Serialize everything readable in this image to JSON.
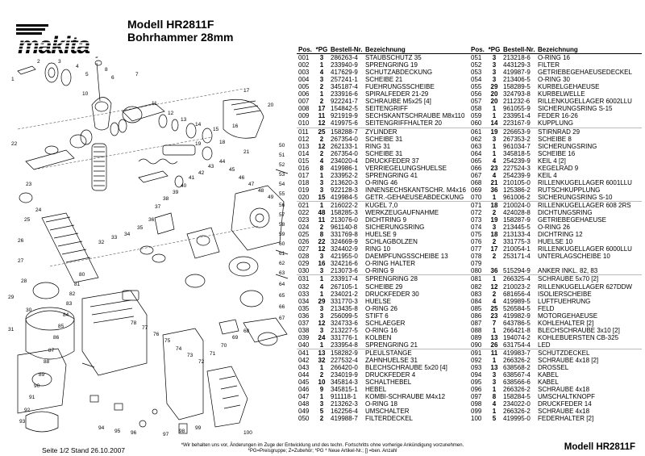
{
  "header": {
    "brand": "makita",
    "model_line": "Modell HR2811F",
    "subtitle": "Bohrhammer 28mm"
  },
  "table": {
    "headers": [
      "Pos.",
      "*PG",
      "Bestell-Nr.",
      "Bezeichnung"
    ],
    "rows": [
      [
        [
          "001",
          "3",
          "286263-4",
          "STAUBSCHUTZ 35"
        ],
        [
          "051",
          "3",
          "213218-6",
          "O-RING 16"
        ]
      ],
      [
        [
          "002",
          "1",
          "233940-9",
          "SPRENGRING 19"
        ],
        [
          "052",
          "3",
          "443129-3",
          "FILTER"
        ]
      ],
      [
        [
          "003",
          "4",
          "417629-9",
          "SCHUTZABDECKUNG"
        ],
        [
          "053",
          "3",
          "419987-9",
          "GETRIEBEGEHAEUSEDECKEL"
        ]
      ],
      [
        [
          "004",
          "3",
          "257241-1",
          "SCHEIBE 21"
        ],
        [
          "054",
          "3",
          "213406-5",
          "O-RING 30"
        ]
      ],
      [
        [
          "005",
          "2",
          "345187-4",
          "FUEHRUNGSSCHEIBE"
        ],
        [
          "055",
          "29",
          "158289-5",
          "KURBELGEHAEUSE"
        ]
      ],
      [
        [
          "006",
          "1",
          "233916-6",
          "SPIRALFEDER 21-29"
        ],
        [
          "056",
          "20",
          "324793-8",
          "KURBELWELLE"
        ]
      ],
      [
        [
          "007",
          "2",
          "922241-7",
          "SCHRAUBE M5x25 [4]"
        ],
        [
          "057",
          "20",
          "211232-6",
          "RILLENKUGELLAGER 6002LLU"
        ]
      ],
      [
        [
          "008",
          "17",
          "154842-5",
          "SEITENGRIFF"
        ],
        [
          "058",
          "1",
          "961055-9",
          "SICHERUNGSRING S-15"
        ]
      ],
      [
        [
          "009",
          "11",
          "921919-9",
          "SECHSKANTSCHRAUBE M8x110"
        ],
        [
          "059",
          "1",
          "233951-4",
          "FEDER 16-26"
        ]
      ],
      [
        [
          "010",
          "12",
          "419975-6",
          "SEITENGRIFFHALTER 20"
        ],
        [
          "060",
          "14",
          "223167-9",
          "KUPPLUNG"
        ]
      ],
      [
        [
          "011",
          "25",
          "158288-7",
          "ZYLINDER"
        ],
        [
          "061",
          "19",
          "226653-9",
          "STIRNRAD 29"
        ]
      ],
      [
        [
          "012",
          "2",
          "267354-0",
          "SCHEIBE 31"
        ],
        [
          "062",
          "3",
          "267353-2",
          "SCHEIBE 8"
        ]
      ],
      [
        [
          "013",
          "12",
          "262133-1",
          "RING 31"
        ],
        [
          "063",
          "1",
          "961034-7",
          "SICHERUNGSRING"
        ]
      ],
      [
        [
          "014",
          "2",
          "267354-0",
          "SCHEIBE 31"
        ],
        [
          "064",
          "1",
          "345818-5",
          "SCHEIBE 16"
        ]
      ],
      [
        [
          "015",
          "4",
          "234020-4",
          "DRUCKFEDER 37"
        ],
        [
          "065",
          "4",
          "254239-9",
          "KEIL 4  [2]"
        ]
      ],
      [
        [
          "016",
          "8",
          "419986-1",
          "VERRIEGELUNGSHUELSE"
        ],
        [
          "066",
          "23",
          "227524-3",
          "KEGELRAD 9"
        ]
      ],
      [
        [
          "017",
          "1",
          "233952-2",
          "SPRENGRING 41"
        ],
        [
          "067",
          "4",
          "254239-9",
          "KEIL 4"
        ]
      ],
      [
        [
          "018",
          "3",
          "213620-3",
          "O-RING 46"
        ],
        [
          "068",
          "21",
          "210105-0",
          "RILLENKUGELLAGER 6001LLU"
        ]
      ],
      [
        [
          "019",
          "3",
          "922128-3",
          "INNENSECHSKANTSCHR. M4x16"
        ],
        [
          "069",
          "36",
          "125386-2",
          "RUTSCHKUPPLUNG"
        ]
      ],
      [
        [
          "020",
          "15",
          "419984-5",
          "GETR.-GEHAEUSEABDECKUNG"
        ],
        [
          "070",
          "1",
          "961006-2",
          "SICHERUNGSRING S-10"
        ]
      ],
      [
        [
          "021",
          "1",
          "216022-2",
          "KUGEL 7,0"
        ],
        [
          "071",
          "18",
          "210024-0",
          "RILLENKUGELLAGER 608 2RS"
        ]
      ],
      [
        [
          "022",
          "48",
          "158285-3",
          "WERKZEUGAUFNAHME"
        ],
        [
          "072",
          "2",
          "424028-8",
          "DICHTUNGSRING"
        ]
      ],
      [
        [
          "023",
          "11",
          "213076-0",
          "DICHTRING 9"
        ],
        [
          "073",
          "19",
          "158287-9",
          "GETRIEBEGEHAEUSE"
        ]
      ],
      [
        [
          "024",
          "2",
          "961140-8",
          "SICHERUNGSRING"
        ],
        [
          "074",
          "3",
          "213445-5",
          "O-RING 26"
        ]
      ],
      [
        [
          "025",
          "8",
          "331769-8",
          "HUELSE 9"
        ],
        [
          "075",
          "18",
          "213133-4",
          "DICHTRING 12"
        ]
      ],
      [
        [
          "026",
          "22",
          "324669-9",
          "SCHLAGBOLZEN"
        ],
        [
          "076",
          "2",
          "331775-3",
          "HUELSE 10"
        ]
      ],
      [
        [
          "027",
          "12",
          "324402-9",
          "RING 10"
        ],
        [
          "077",
          "17",
          "210054-1",
          "RILLENKUGELLAGER 6000LLU"
        ]
      ],
      [
        [
          "028",
          "3",
          "421955-0",
          "DAEMPFUNGSSCHEIBE 13"
        ],
        [
          "078",
          "2",
          "253171-4",
          "UNTERLAGSCHEIBE 10"
        ]
      ],
      [
        [
          "029",
          "16",
          "324216-6",
          "O-RING HALTER"
        ],
        [
          "079",
          "",
          "",
          " "
        ]
      ],
      [
        [
          "030",
          "3",
          "213073-6",
          "O-RING 9"
        ],
        [
          "080",
          "36",
          "515294-9",
          "ANKER INKL. 82, 83"
        ]
      ],
      [
        [
          "031",
          "1",
          "233917-4",
          "SPRENGRING 28"
        ],
        [
          "081",
          "1",
          "266325-4",
          "SCHRAUBE 5x70  [2]"
        ]
      ],
      [
        [
          "032",
          "4",
          "267105-1",
          "SCHEIBE 29"
        ],
        [
          "082",
          "12",
          "210023-2",
          "RILLENKUGELLAGER 627DDW"
        ]
      ],
      [
        [
          "033",
          "1",
          "234021-2",
          "DRUCKFEDER 30"
        ],
        [
          "083",
          "2",
          "681656-4",
          "ISOLIERSCHEIBE"
        ]
      ],
      [
        [
          "034",
          "29",
          "331770-3",
          "HUELSE"
        ],
        [
          "084",
          "4",
          "419989-5",
          "LUFTFUEHRUNG"
        ]
      ],
      [
        [
          "035",
          "3",
          "213435-8",
          "O-RING 26"
        ],
        [
          "085",
          "25",
          "526584-5",
          "FELD"
        ]
      ],
      [
        [
          "036",
          "3",
          "256099-5",
          "STIFT 6"
        ],
        [
          "086",
          "23",
          "419982-9",
          "MOTORGEHAEUSE"
        ]
      ],
      [
        [
          "037",
          "12",
          "324733-6",
          "SCHLAEGER"
        ],
        [
          "087",
          "7",
          "643786-5",
          "KOHLEHALTER  [2]"
        ]
      ],
      [
        [
          "038",
          "3",
          "213227-5",
          "O-RING 16"
        ],
        [
          "088",
          "1",
          "266421-8",
          "BLECHSCHRAUBE 3x10  [2]"
        ]
      ],
      [
        [
          "039",
          "24",
          "331776-1",
          "KOLBEN"
        ],
        [
          "089",
          "13",
          "194074-2",
          "KOHLEBUERSTEN CB-325"
        ]
      ],
      [
        [
          "040",
          "1",
          "233954-8",
          "SPRENGRING 21"
        ],
        [
          "090",
          "26",
          "631754-4",
          "LED"
        ]
      ],
      [
        [
          "041",
          "13",
          "158282-9",
          "PLEULSTANGE"
        ],
        [
          "091",
          "11",
          "419983-7",
          "SCHUTZDECKEL"
        ]
      ],
      [
        [
          "042",
          "32",
          "227532-4",
          "ZAHNHUELSE 31"
        ],
        [
          "092",
          "1",
          "266326-2",
          "SCHRAUBE 4x18  [2]"
        ]
      ],
      [
        [
          "043",
          "1",
          "266420-0",
          "BLECHSCHRAUBE 5x20  [4]"
        ],
        [
          "093",
          "13",
          "638568-2",
          "DROSSEL"
        ]
      ],
      [
        [
          "044",
          "2",
          "234019-9",
          "DRUCKFEDER 4"
        ],
        [
          "094",
          "3",
          "638567-4",
          "KABEL"
        ]
      ],
      [
        [
          "045",
          "10",
          "345814-3",
          "SCHALTHEBEL"
        ],
        [
          "095",
          "3",
          "638566-6",
          "KABEL"
        ]
      ],
      [
        [
          "046",
          "9",
          "345815-1",
          "HEBEL"
        ],
        [
          "096",
          "1",
          "266326-2",
          "SCHRAUBE 4x18"
        ]
      ],
      [
        [
          "047",
          "1",
          "911118-1",
          "KOMBI-SCHRAUBE M4x12"
        ],
        [
          "097",
          "8",
          "158284-5",
          "UMSCHALTKNOPF"
        ]
      ],
      [
        [
          "048",
          "3",
          "213262-3",
          "O-RING 18"
        ],
        [
          "098",
          "4",
          "234022-0",
          "DRUCKFEDER 14"
        ]
      ],
      [
        [
          "049",
          "5",
          "162256-4",
          "UMSCHALTER"
        ],
        [
          "099",
          "1",
          "266326-2",
          "SCHRAUBE 4x18"
        ]
      ],
      [
        [
          "050",
          "2",
          "419988-7",
          "FILTERDECKEL"
        ],
        [
          "100",
          "5",
          "419995-0",
          "FEDERHALTER  [2]"
        ]
      ]
    ]
  },
  "footer": {
    "page": "Seite 1/2  Stand 26.10.2007",
    "note_line1": "*Wir behalten uns vor, Änderungen im Zuge der Entwicklung und des techn. Fortschritts ohne vorherige Ankündigung vorzunehmen.",
    "note_line2": "*PG=Preisgruppe; Z=Zubehör; *PG * Neue Artikel-Nr.; [] =ben. Anzahl",
    "model": "Modell HR2811F"
  },
  "diagram": {
    "labels": [
      "1",
      "2",
      "3",
      "4",
      "5",
      "6",
      "7",
      "8",
      "9",
      "10",
      "11",
      "12",
      "13",
      "14",
      "15",
      "16",
      "17",
      "18",
      "19",
      "20",
      "21",
      "22",
      "23",
      "24",
      "25",
      "26",
      "27",
      "28",
      "29",
      "30",
      "31",
      "32",
      "33",
      "34",
      "35",
      "36",
      "37",
      "38",
      "39",
      "40",
      "41",
      "42",
      "43",
      "44",
      "45",
      "46",
      "47",
      "48",
      "49",
      "50",
      "51",
      "52",
      "53",
      "54",
      "55",
      "56",
      "57",
      "58",
      "59",
      "60",
      "61",
      "62",
      "63",
      "64",
      "65",
      "66",
      "67",
      "68",
      "69",
      "70",
      "71",
      "72",
      "73",
      "74",
      "75",
      "76",
      "77",
      "78",
      "80",
      "81",
      "82",
      "83",
      "84",
      "85",
      "86",
      "87",
      "88",
      "89",
      "90",
      "91",
      "92",
      "93",
      "94",
      "95",
      "96",
      "97",
      "98",
      "99",
      "100"
    ]
  }
}
